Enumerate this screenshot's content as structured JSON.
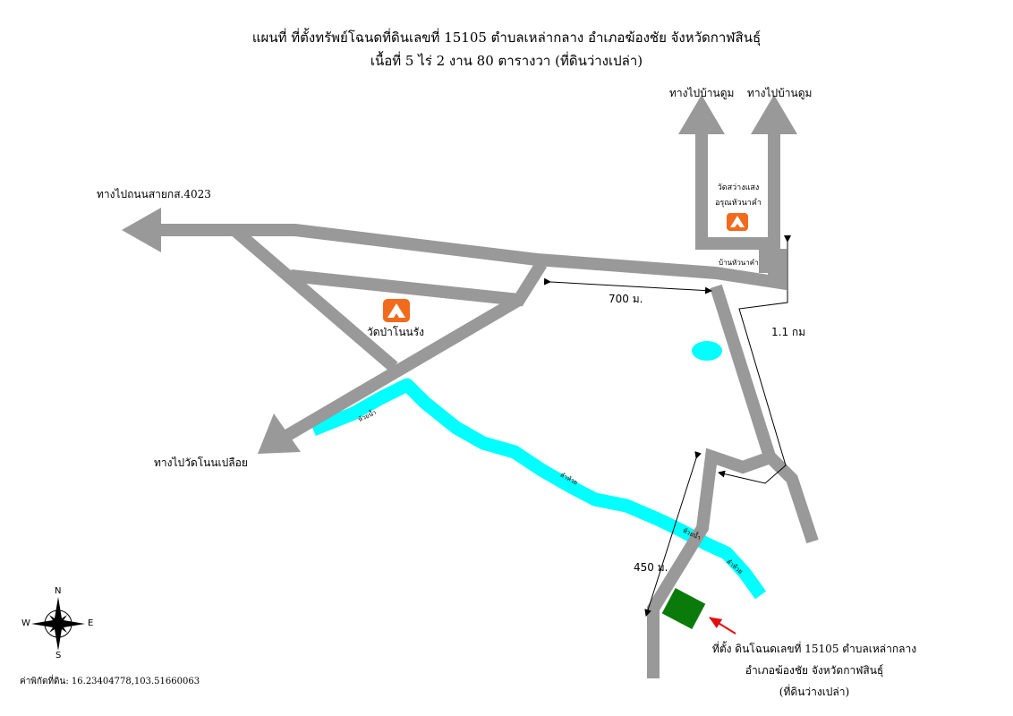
{
  "title": {
    "line1": "แผนที่ ที่ตั้งทรัพย์โฉนดที่ดินเลขที่ 15105 ตำบลเหล่ากลาง อำเภอฆ้องชัย จังหวัดกาฬสินธุ์",
    "line2": "เนื้อที่ 5 ไร่ 2 งาน 80 ตารางวา (ที่ดินว่างเปล่า)"
  },
  "roads": {
    "to_ban_dum_left": "ทางไปบ้านดูม",
    "to_ban_dum_right": "ทางไปบ้านดูม",
    "to_road_4023": "ทางไปถนนสายกส.4023",
    "to_wat_non_pluey": "ทางไปวัดโนนเปลือย"
  },
  "landmarks": {
    "wat_sawang_line1": "วัดสว่างแสง",
    "wat_sawang_line2": "อรุณหัวนาคำ",
    "wat_pa": "วัดป่าโนนรัง",
    "village": "บ้านหัวนาคำ"
  },
  "distances": {
    "d700": "700 ม.",
    "d1_1": "1.1 กม",
    "d450": "450 ม."
  },
  "stream_labels": [
    "ห้วยน้ำ",
    "ลำห้วย",
    "ห้วยน้ำ",
    "ลำห้วย"
  ],
  "site": {
    "line1": "ที่ตั้ง ดินโฉนดเลขที่ 15105 ตำบลเหล่ากลาง",
    "line2": "อำเภอฆ้องชัย จังหวัดกาฬสินธุ์",
    "line3": "(ที่ดินว่างเปล่า)"
  },
  "compass": {
    "n": "N",
    "s": "S",
    "w": "W",
    "e": "E"
  },
  "coordinates": "ค่าพิกัดที่ดิน: 16.23404778,103.51660063",
  "colors": {
    "road": "#999999",
    "stream": "#00ffff",
    "site": "#0a7a0a",
    "temple_icon": "#f26b1d",
    "pointer": "#e01010"
  }
}
